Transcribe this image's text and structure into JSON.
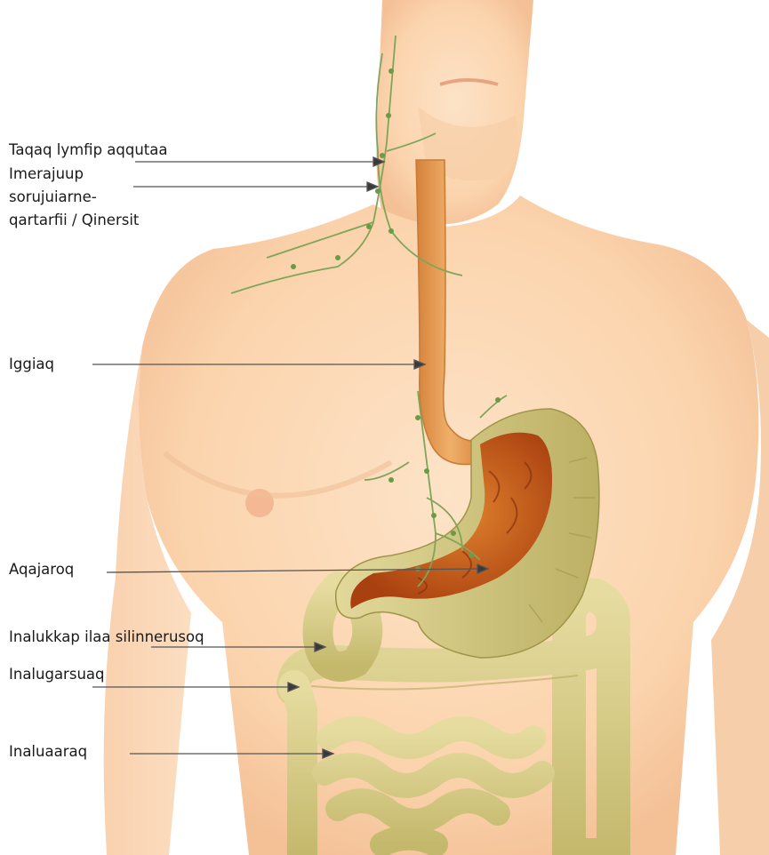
{
  "labels": {
    "lymph_nodes": "Taqaq lymfip aqqutaa",
    "lymph_nodes_neck_l1": "Imerajuup",
    "lymph_nodes_neck_l2": "sorujuiarne-",
    "lymph_nodes_neck_l3": "qartarfii / Qinersit",
    "esophagus": "Iggiaq",
    "stomach": "Aqajaroq",
    "duodenum": "Inalukkap ilaa silinnerusoq",
    "large_intestine": "Inalugarsuaq",
    "small_intestine": "Inaluaaraq"
  },
  "colors": {
    "skin": "#fbd9b6",
    "skin_shadow": "#f2b98a",
    "esophagus": "#e79a45",
    "stomach_outer": "#cfc477",
    "stomach_inner": "#c3561a",
    "intestine": "#d8cd86",
    "lymph": "#7fa55a",
    "line": "#555555"
  }
}
